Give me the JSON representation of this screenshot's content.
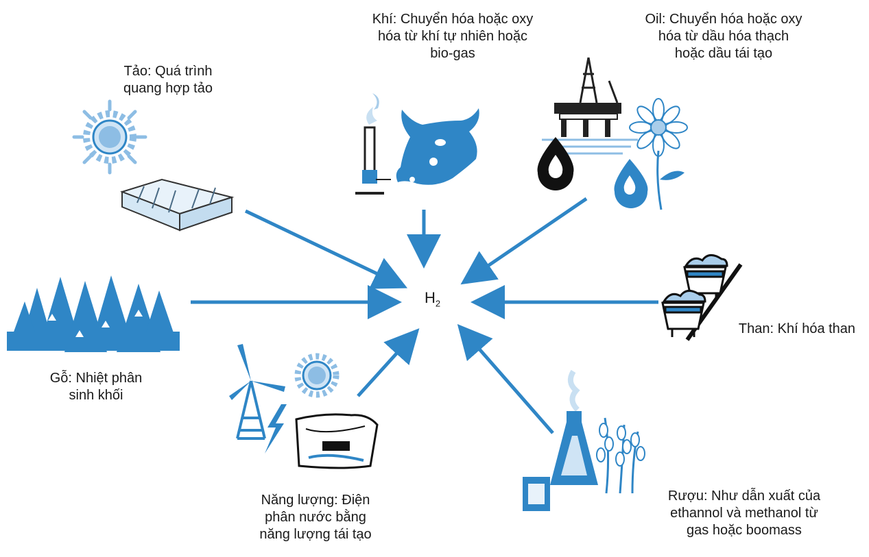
{
  "hub": {
    "symbol": "H",
    "subscript": "2"
  },
  "sources": {
    "algae": {
      "lines": [
        "Tảo: Quá trình",
        "quang hợp tảo"
      ],
      "icon": "sun-and-algae-tank-icon"
    },
    "gas": {
      "lines": [
        "Khí: Chuyển hóa hoặc oxy",
        "hóa từ khí tự nhiên hoặc",
        "bio-gas"
      ],
      "icon": "gas-burner-and-cow-icon"
    },
    "oil": {
      "lines": [
        "Oil: Chuyển hóa hoặc oxy",
        "hóa từ dầu hóa thạch",
        "hoặc dầu tái tạo"
      ],
      "icon": "oil-rig-drops-flower-icon"
    },
    "coal": {
      "lines": [
        "Than: Khí hóa than"
      ],
      "icon": "coal-carts-icon"
    },
    "wood": {
      "lines": [
        "Gỗ: Nhiệt phân",
        "sinh khối"
      ],
      "icon": "forest-icon"
    },
    "energy": {
      "lines": [
        "Năng lượng: Điện",
        "phân nước bằng",
        "năng lượng tái tạo"
      ],
      "icon": "wind-sun-hydro-icon"
    },
    "alcohol": {
      "lines": [
        "Rượu: Như dẫn xuất của",
        "ethannol và methanol từ",
        "gas hoặc boomass"
      ],
      "icon": "lab-flask-wheat-icon"
    }
  },
  "colors": {
    "arrow": "#2f86c6",
    "icon_blue": "#2f86c6",
    "icon_light": "#a9cdea",
    "text": "#1a1a1a"
  }
}
